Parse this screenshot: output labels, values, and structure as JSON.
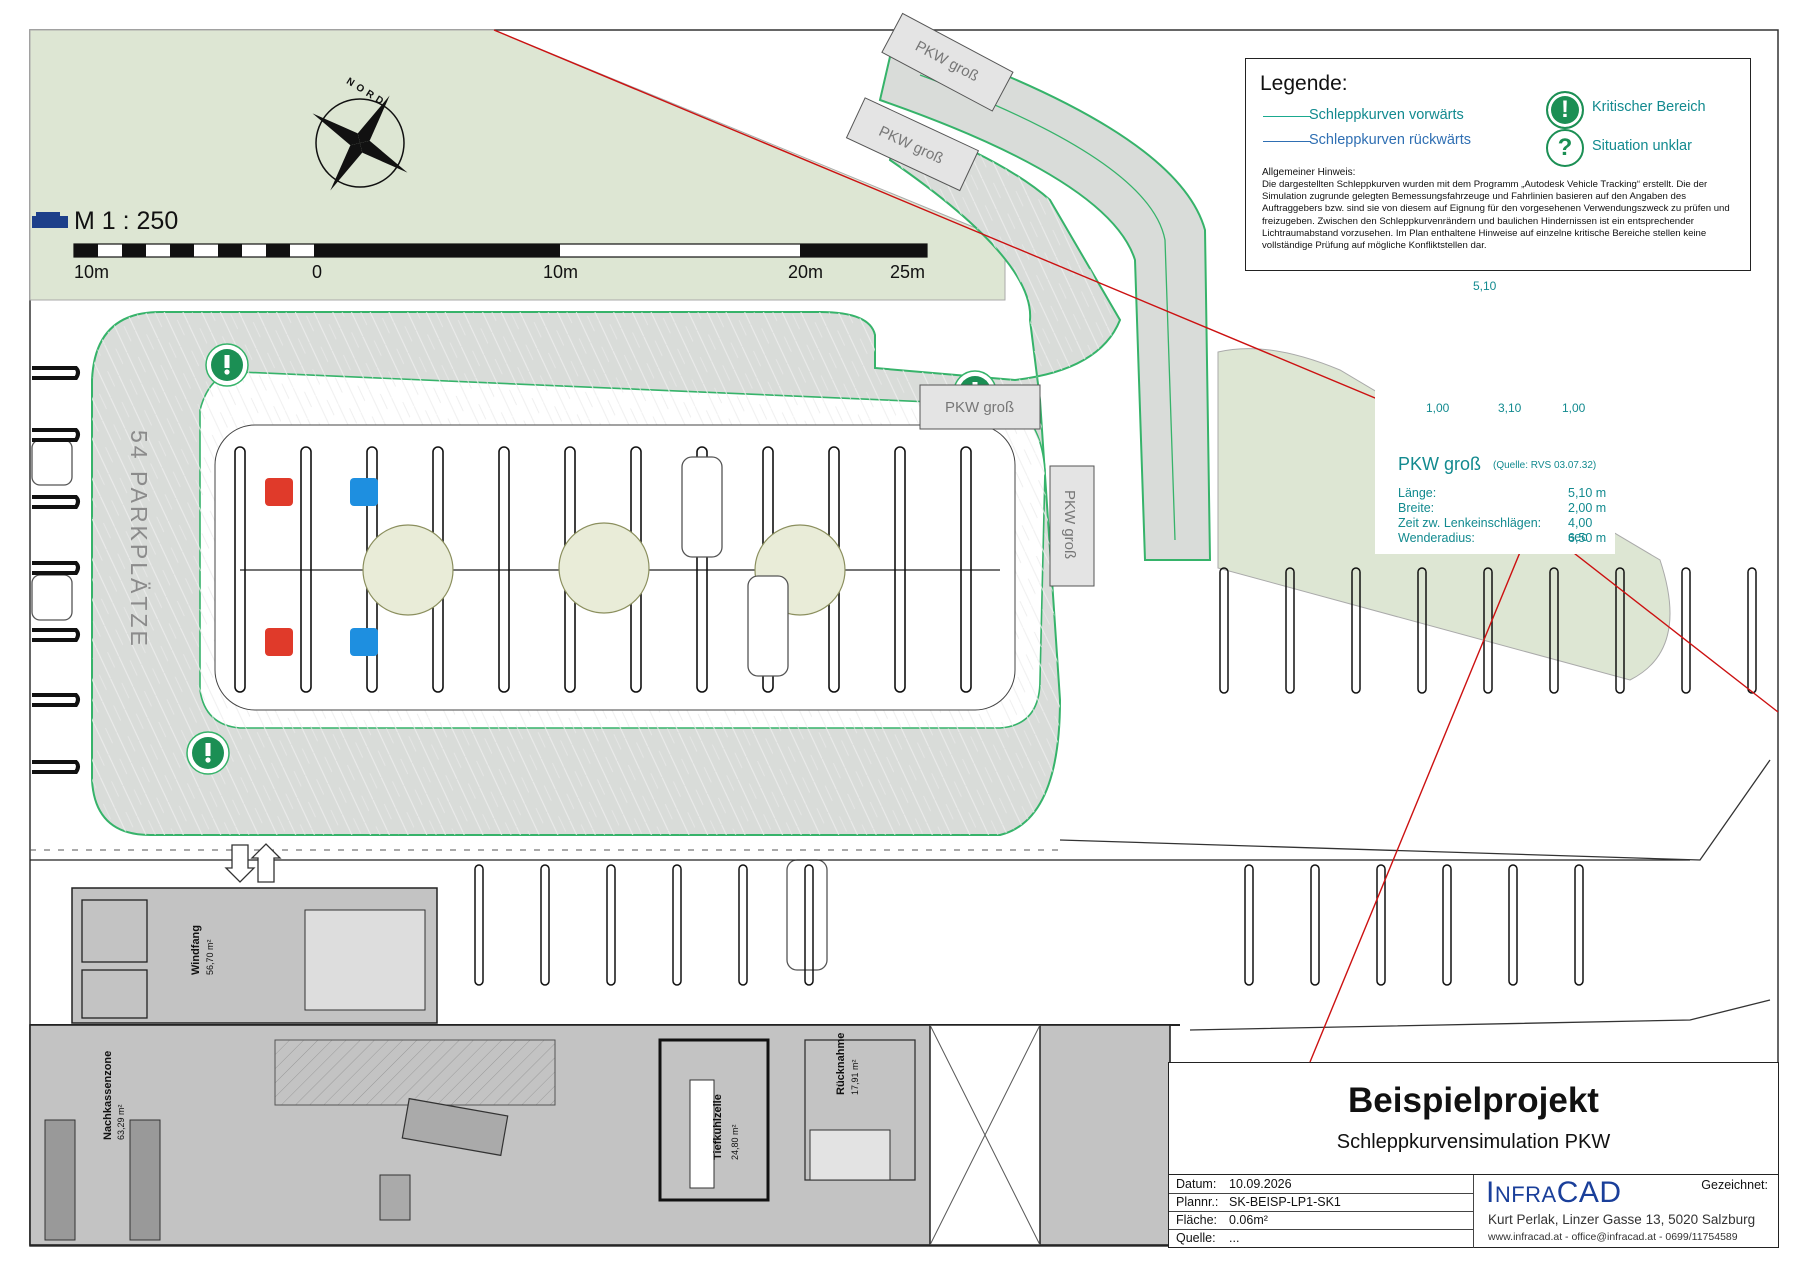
{
  "legend": {
    "title": "Legende:",
    "items": [
      {
        "label": "Schleppkurven vorwärts"
      },
      {
        "label": "Schleppkurven rückwärts"
      }
    ],
    "icons": [
      {
        "label": "Kritischer Bereich",
        "icon": "exclamation-icon"
      },
      {
        "label": "Situation unklar",
        "icon": "question-icon"
      }
    ],
    "hint_heading": "Allgemeiner Hinweis:",
    "hint_text": "Die dargestellten Schleppkurven wurden mit dem Programm „Autodesk Vehicle Tracking“ erstellt. Die der Simulation zugrunde gelegten Bemessungsfahrzeuge und Fahrlinien basieren auf den Angaben des Auftraggebers bzw. sind sie von diesem auf Eignung für den vorgesehenen Verwendungszweck zu prüfen und freizugeben. Zwischen den Schleppkurvenrändern und baulichen Hindernissen ist ein entsprechender Lichtraumabstand vorzusehen. Im Plan enthaltene Hinweise auf einzelne kritische Bereiche stellen keine vollständige Prüfung auf mögliche Konfliktstellen dar."
  },
  "vehicle": {
    "dim_total": "5,10",
    "dim_front": "1,00",
    "dim_mid": "3,10",
    "dim_rear": "1,00",
    "name": "PKW groß",
    "source": "(Quelle: RVS 03.07.32)",
    "specs": [
      {
        "label": "Länge:",
        "value": "5,10  m"
      },
      {
        "label": "Breite:",
        "value": "2,00  m"
      },
      {
        "label": "Zeit zw. Lenkeinschlägen:",
        "value": "4,00  sec"
      },
      {
        "label": "Wenderadius:",
        "value": "6,50  m"
      }
    ]
  },
  "scale": {
    "label": "M 1 : 250",
    "ticks": [
      "10m",
      "0",
      "10m",
      "20m",
      "25m"
    ]
  },
  "north": {
    "label": "NORD"
  },
  "plan": {
    "parking_label": "54 PARKPLÄTZE",
    "vehicle_tags": [
      "PKW groß",
      "PKW groß",
      "PKW groß",
      "PKW groß"
    ],
    "rooms": [
      {
        "name": "Windfang",
        "area": "56,70 m²"
      },
      {
        "name": "Nachkassenzone",
        "area": "63,29 m²"
      },
      {
        "name": "Tiefkühlzelle",
        "area": "24,80 m²"
      },
      {
        "name": "Rücknahme",
        "area": "17,91 m²"
      }
    ]
  },
  "title_block": {
    "project": "Beispielprojekt",
    "subtitle": "Schleppkurvensimulation PKW",
    "rows": [
      {
        "key": "Datum:",
        "value": "10.09.2026"
      },
      {
        "key": "Plannr.:",
        "value": "SK-BEISP-LP1-SK1"
      },
      {
        "key": "Fläche:",
        "value": "0.06m²"
      },
      {
        "key": "Quelle:",
        "value": "..."
      }
    ],
    "drawn_by_label": "Gezeichnet:",
    "logo_big_i": "I",
    "logo_infra": "NFRA",
    "logo_cad": "CAD",
    "address": "Kurt Perlak, Linzer Gasse 13, 5020 Salzburg",
    "web": "www.infracad.at - office@infracad.at - 0699/11754589"
  },
  "colors": {
    "track_fill": "#d9dcd9",
    "track_edge": "#36b36a",
    "green_area": "#dde6d3",
    "guide_red": "#cc1111",
    "building_fill": "#bdbdbd",
    "legend_text": "#128a8f"
  }
}
